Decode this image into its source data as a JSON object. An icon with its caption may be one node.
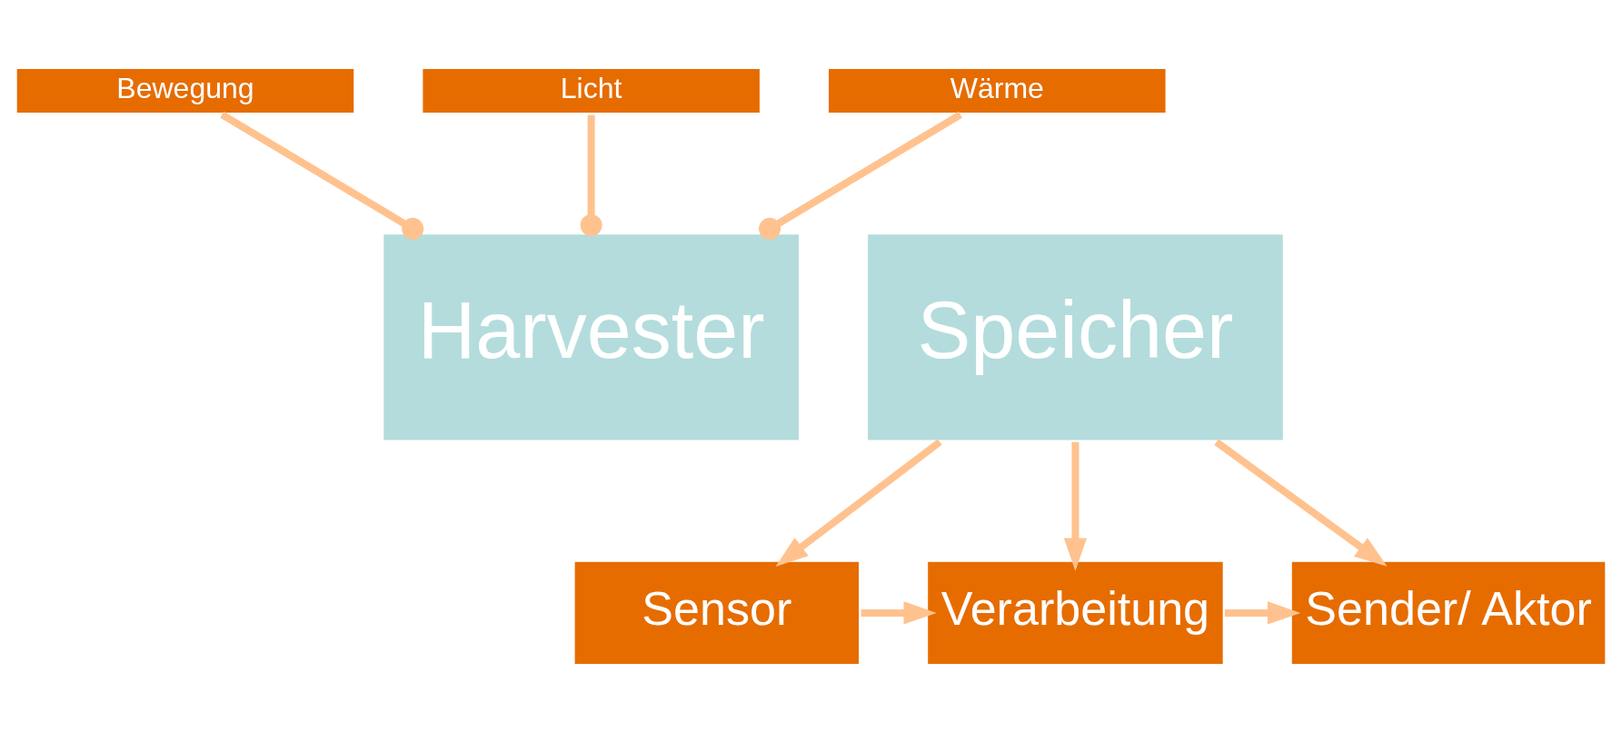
{
  "diagram": {
    "nodes": [
      {
        "text": [
          "Bewegung"
        ]
      },
      {
        "text": [
          "Licht"
        ]
      },
      {
        "text": [
          "Wärme"
        ]
      },
      {
        "text": [
          "Harvester"
        ]
      },
      {
        "text": [
          "Speicher"
        ]
      },
      {
        "text": [
          "Sensor"
        ]
      },
      {
        "text": [
          "Verarbeitung"
        ]
      },
      {
        "text": [
          "Sender/ Aktor"
        ]
      }
    ],
    "edges": [
      {
        "from": 0,
        "to": 3,
        "arrow": "other"
      },
      {
        "from": 1,
        "to": 3,
        "arrow": "other"
      },
      {
        "from": 2,
        "to": 3,
        "arrow": "other"
      },
      {
        "from": 4,
        "to": 5,
        "arrow": "to"
      },
      {
        "from": 4,
        "to": 6,
        "arrow": "to"
      },
      {
        "from": 4,
        "to": 7,
        "arrow": "to"
      },
      {
        "from": 5,
        "to": 6,
        "arrow": "to"
      },
      {
        "from": 6,
        "to": 7,
        "arrow": "to"
      }
    ]
  }
}
